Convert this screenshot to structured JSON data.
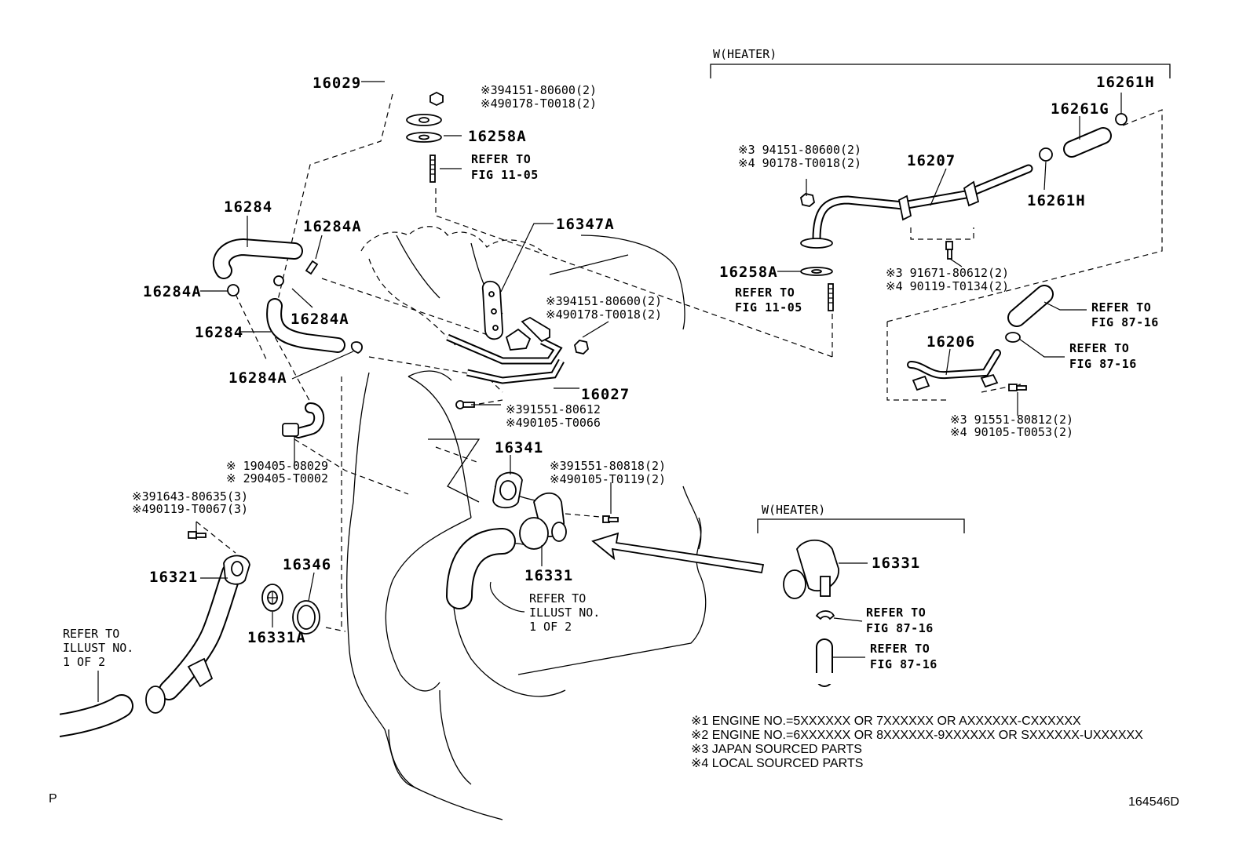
{
  "header": {
    "heater_label_top": "W(HEATER)",
    "heater_label_mid": "W(HEATER)"
  },
  "parts": {
    "p16029": "16029",
    "p16258A_top": "16258A",
    "p16284_top": "16284",
    "p16284A_a": "16284A",
    "p16284A_b": "16284A",
    "p16284A_c": "16284A",
    "p16284_mid": "16284",
    "p16284A_d": "16284A",
    "p16347A": "16347A",
    "p16027": "16027",
    "p16341": "16341",
    "p16331_main": "16331",
    "p16321": "16321",
    "p16346": "16346",
    "p16331A": "16331A",
    "p16261H_top": "16261H",
    "p16261G": "16261G",
    "p16207": "16207",
    "p16261H_mid": "16261H",
    "p16258A_right": "16258A",
    "p16206": "16206",
    "p16331_heater": "16331"
  },
  "callouts": {
    "c_16029_a": "※394151-80600(2)",
    "c_16029_b": "※490178-T0018(2)",
    "c_16027_a": "※394151-80600(2)",
    "c_16027_b": "※490178-T0018(2)",
    "c_16027_c": "※391551-80612",
    "c_16027_d": "※490105-T0066",
    "c_hose_a": "※ 190405-08029",
    "c_hose_b": "※ 290405-T0002",
    "c_16321_a": "※391643-80635(3)",
    "c_16321_b": "※490119-T0067(3)",
    "c_16331_a": "※391551-80818(2)",
    "c_16331_b": "※490105-T0119(2)",
    "c_16207_a": "※3 94151-80600(2)",
    "c_16207_b": "※4 90178-T0018(2)",
    "c_16207_c": "※3 91671-80612(2)",
    "c_16207_d": "※4 90119-T0134(2)",
    "c_16206_a": "※3 91551-80812(2)",
    "c_16206_b": "※4 90105-T0053(2)"
  },
  "refs": {
    "r1_a": "REFER TO",
    "r1_b": "FIG 11-05",
    "r2_a": "REFER TO",
    "r2_b": "FIG 11-05",
    "r3_a": "REFER TO",
    "r3_b": "FIG 87-16",
    "r4_a": "REFER TO",
    "r4_b": "FIG 87-16",
    "r5_a": "REFER TO",
    "r5_b": "ILLUST NO.",
    "r5_c": "1 OF 2",
    "r6_a": "REFER TO",
    "r6_b": "ILLUST NO.",
    "r6_c": "1 OF 2",
    "r7_a": "REFER TO",
    "r7_b": "FIG 87-16",
    "r8_a": "REFER TO",
    "r8_b": "FIG 87-16"
  },
  "notes": [
    "※1 ENGINE NO.=5XXXXXX OR 7XXXXXX OR AXXXXXX-CXXXXXX",
    "※2 ENGINE NO.=6XXXXXX OR 8XXXXXX-9XXXXXX OR SXXXXXX-UXXXXXX",
    "※3 JAPAN SOURCED PARTS",
    "※4 LOCAL SOURCED PARTS"
  ],
  "footer": {
    "corner_mark": "P",
    "figure_code": "164546D"
  }
}
